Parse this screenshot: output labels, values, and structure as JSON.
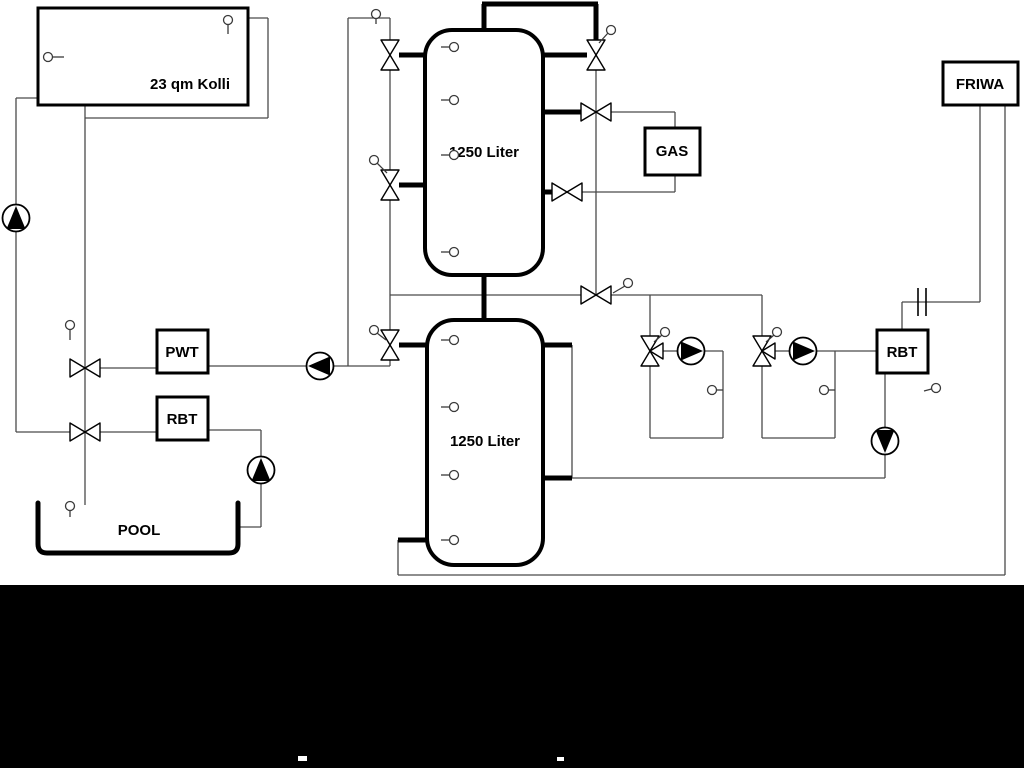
{
  "screen": {
    "canvas_background": "#ffffff",
    "surround_background": "#000000"
  },
  "labels": {
    "collector": "23 qm Kolli",
    "tank_upper": "1250 Liter",
    "tank_lower": "1250 Liter",
    "gas_boiler": "GAS",
    "friwa": "FRIWA",
    "pwt": "PWT",
    "rbt_left": "RBT",
    "rbt_right": "RBT",
    "pool": "POOL"
  },
  "colors": {
    "pipe_thin": "#4a4a4a",
    "pipe_thick": "#000000",
    "component_stroke": "#000000",
    "component_fill": "#ffffff"
  }
}
